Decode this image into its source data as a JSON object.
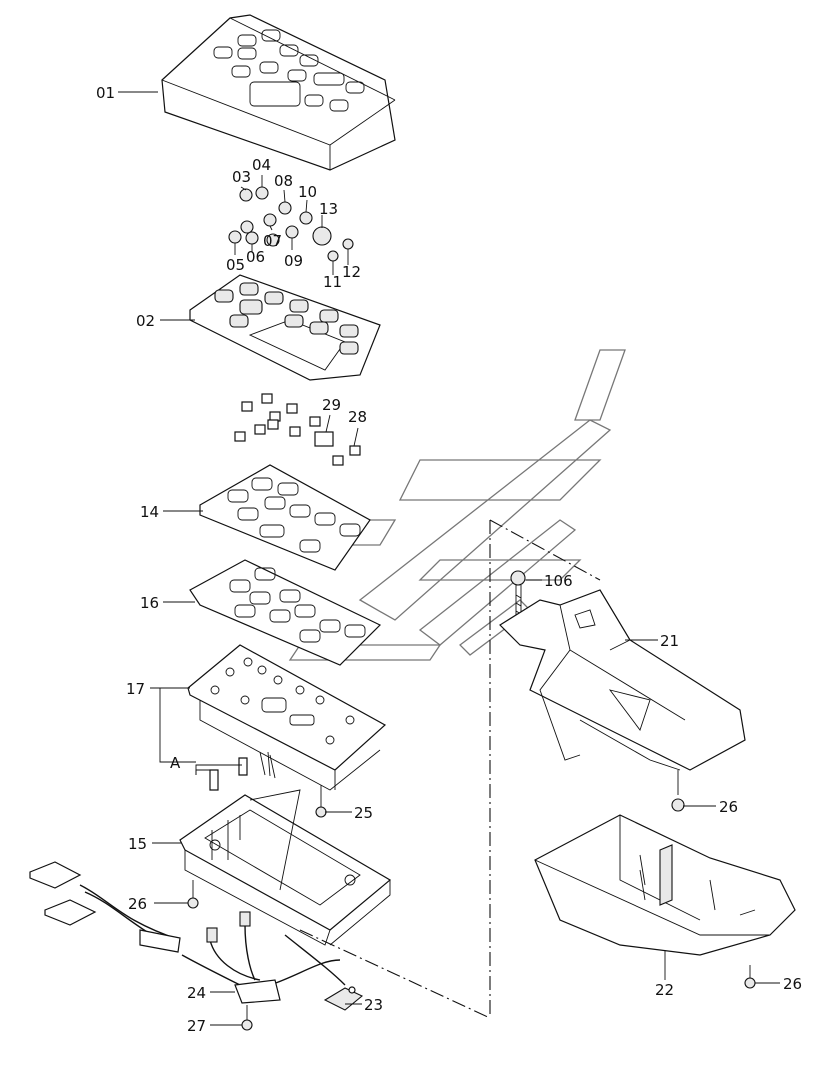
{
  "labels": {
    "p01": "01",
    "p02": "02",
    "p03": "03",
    "p04": "04",
    "p05": "05",
    "p06": "06",
    "p07": "07",
    "p08": "08",
    "p09": "09",
    "p10": "10",
    "p11": "11",
    "p12": "12",
    "p13": "13",
    "p14": "14",
    "p15": "15",
    "p16": "16",
    "p17": "17",
    "p21": "21",
    "p22": "22",
    "p23": "23",
    "p24": "24",
    "p25": "25",
    "p26a": "26",
    "p26b": "26",
    "p26c": "26",
    "p27": "27",
    "p28": "28",
    "p29": "29",
    "p106": "106",
    "pA": "A"
  }
}
